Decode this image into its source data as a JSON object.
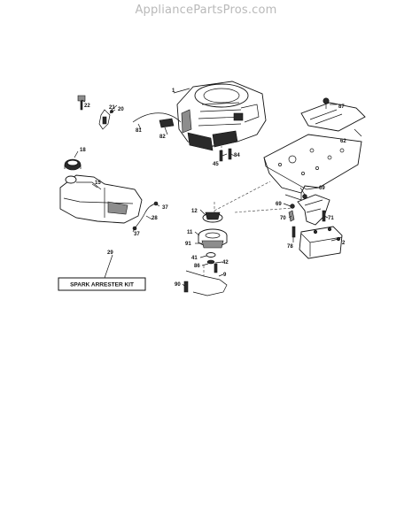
{
  "watermark": "AppliancePartsPros.com",
  "kit_label": "SPARK ARRESTER KIT",
  "labels": {
    "1": "1",
    "22": "22",
    "21": "21",
    "20": "20",
    "81": "81",
    "82": "82",
    "45": "45",
    "84": "84",
    "87": "87",
    "62": "62",
    "18": "18",
    "15": "15",
    "37a": "37",
    "28": "28",
    "37b": "37",
    "12": "12",
    "11": "11",
    "91": "91",
    "41": "41",
    "42": "42",
    "86": "86",
    "9": "9",
    "90": "90",
    "69a": "69",
    "69b": "69",
    "70": "70",
    "71": "71",
    "78": "78",
    "2": "2",
    "29": "29"
  }
}
